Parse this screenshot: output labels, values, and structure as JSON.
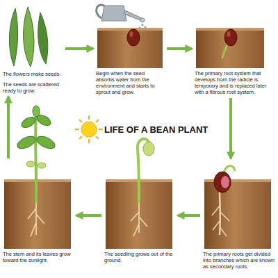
{
  "diagram": {
    "title": "LIFE OF A BEAN PLANT",
    "nodes": [
      {
        "text": [
          "The flowers make seeds.",
          "The seeds are scattered ready to grow."
        ]
      },
      {
        "text": [
          "Begin when the seed absorbs water from the environment and starts to sprout and grow."
        ]
      },
      {
        "text": [
          "The primary root system that develops from the radicle is temporary and is replaced later with a fibrous root system."
        ]
      },
      {
        "text": [
          "The primary roots get divided into branches which are known as secondary roots."
        ]
      },
      {
        "text": [
          "The seedling grows out of the ground."
        ]
      },
      {
        "text": [
          "The stem and its leaves grow toward the sunlight."
        ]
      }
    ],
    "edges": [
      {
        "from": 0,
        "to": 1,
        "arrow": "to"
      },
      {
        "from": 1,
        "to": 2,
        "arrow": "to"
      },
      {
        "from": 2,
        "to": 3,
        "arrow": "to"
      },
      {
        "from": 3,
        "to": 4,
        "arrow": "to"
      },
      {
        "from": 4,
        "to": 5,
        "arrow": "to"
      },
      {
        "from": 5,
        "to": 0,
        "arrow": "to"
      }
    ]
  }
}
